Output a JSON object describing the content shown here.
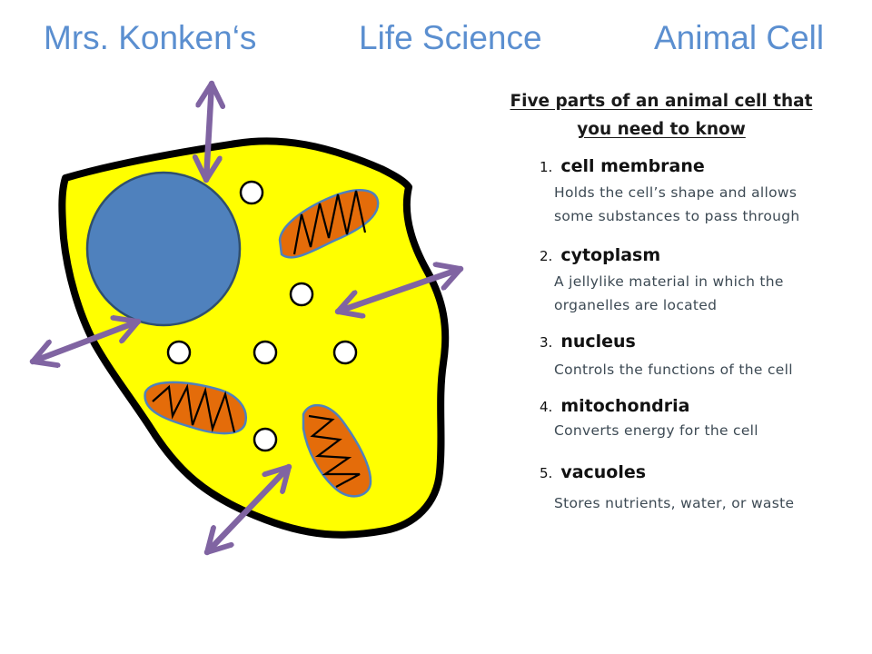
{
  "title": {
    "left": "Mrs. Konken‘s",
    "middle": "Life Science",
    "right": "Animal Cell"
  },
  "heading": {
    "line1": "Five parts of an animal cell that",
    "line2": "you need to know"
  },
  "parts": [
    {
      "number": "1.",
      "name": "cell membrane",
      "desc": [
        "Holds the cell’s shape and allows",
        "some substances to pass through"
      ]
    },
    {
      "number": "2.",
      "name": "cytoplasm",
      "desc": [
        "A jellylike material in which the",
        "organelles are located"
      ]
    },
    {
      "number": "3.",
      "name": "nucleus",
      "desc": [
        "Controls the functions of the cell"
      ]
    },
    {
      "number": "4.",
      "name": "mitochondria",
      "desc": [
        "Converts energy for the cell"
      ]
    },
    {
      "number": "5.",
      "name": "vacuoles",
      "desc": [
        "Stores nutrients, water, or waste"
      ]
    }
  ],
  "colors": {
    "title": "#5b8fd0",
    "cytoplasm": "#ffff00",
    "membrane": "#000000",
    "nucleus": "#4f81bd",
    "mitochondria": "#e46c0a",
    "arrows": "#8064a2",
    "vacuoles": "#ffffff"
  }
}
